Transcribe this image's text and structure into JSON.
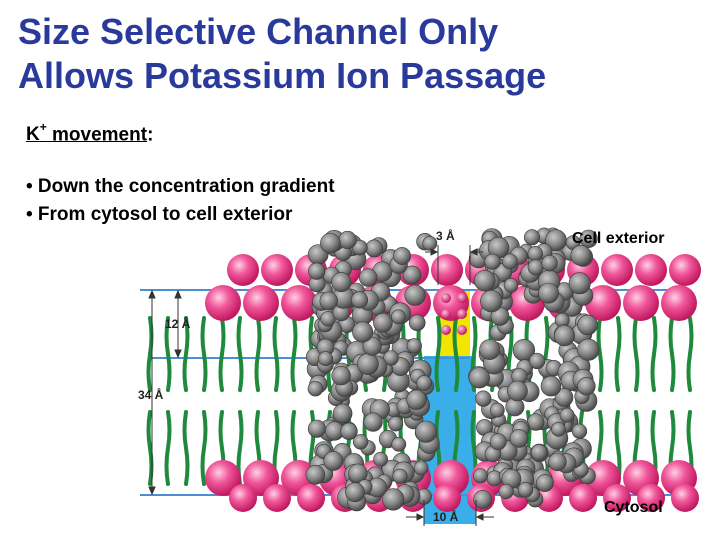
{
  "title": {
    "line1": "Size Selective Channel Only",
    "line2": "Allows Potassium Ion Passage"
  },
  "movement": {
    "ion": "K",
    "charge": "+",
    "word": "movement",
    "colon": ":"
  },
  "bullets": [
    "• Down the concentration gradient",
    "• From cytosol to cell exterior"
  ],
  "diagram": {
    "exterior_label": "Cell exterior",
    "cytosol_label": "Cytosol",
    "dim_pore": "3 Å",
    "dim_selectivity": "12 Å",
    "dim_membrane": "34 Å",
    "dim_vestibule": "10 Å",
    "colors": {
      "title": "#2a3a9c",
      "headgroup": "#e8327e",
      "lipid_tail": "#1f8a3c",
      "membrane_line": "#4a8fd6",
      "protein": "#7a7a7a",
      "selectivity_filter": "#f2e600",
      "water_channel": "#3aaee8",
      "k_ion": "#e8327e"
    }
  }
}
